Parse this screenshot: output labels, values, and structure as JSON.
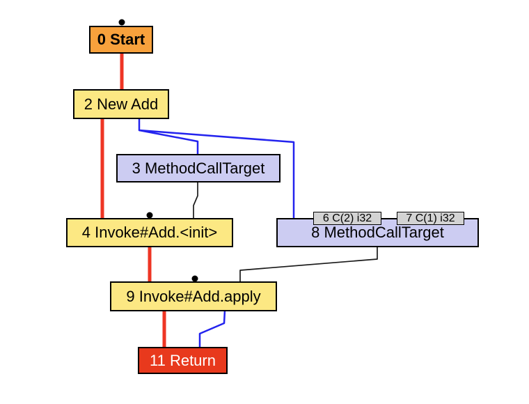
{
  "colors": {
    "background": "#ffffff",
    "node_border": "#000000",
    "control_flow_edge": "#ee3524",
    "data_flow_edge": "#2323ee",
    "association_edge": "#1a1a1a",
    "anchor_dot": "#000000",
    "start_node_fill": "#f8a13c",
    "fixed_node_fill": "#fce883",
    "call_target_node_fill": "#ccccf2",
    "constant_slot_fill": "#d3d3d3",
    "return_node_fill": "#e8391d",
    "return_node_text": "#ffffff"
  },
  "graph": {
    "nodes": [
      {
        "id": 0,
        "label": "0 Start",
        "kind": "start"
      },
      {
        "id": 2,
        "label": "2 New Add",
        "kind": "allocation"
      },
      {
        "id": 3,
        "label": "3 MethodCallTarget",
        "kind": "call-target"
      },
      {
        "id": 4,
        "label": "4 Invoke#Add.<init>",
        "kind": "invoke"
      },
      {
        "id": 6,
        "label": "6 C(2) i32",
        "kind": "constant-slot"
      },
      {
        "id": 7,
        "label": "7 C(1) i32",
        "kind": "constant-slot"
      },
      {
        "id": 8,
        "label": "8 MethodCallTarget",
        "kind": "call-target"
      },
      {
        "id": 9,
        "label": "9 Invoke#Add.apply",
        "kind": "invoke"
      },
      {
        "id": 11,
        "label": "11 Return",
        "kind": "return"
      }
    ],
    "edges": [
      {
        "from": 0,
        "to": 2,
        "type": "control-flow"
      },
      {
        "from": 2,
        "to": 4,
        "type": "control-flow"
      },
      {
        "from": 4,
        "to": 9,
        "type": "control-flow"
      },
      {
        "from": 9,
        "to": 11,
        "type": "control-flow"
      },
      {
        "from": 2,
        "to": 3,
        "type": "data-flow"
      },
      {
        "from": 2,
        "to": 8,
        "type": "data-flow"
      },
      {
        "from": 9,
        "to": 11,
        "type": "data-flow"
      },
      {
        "from": 3,
        "to": 4,
        "type": "association"
      },
      {
        "from": 8,
        "to": 9,
        "type": "association"
      }
    ]
  }
}
